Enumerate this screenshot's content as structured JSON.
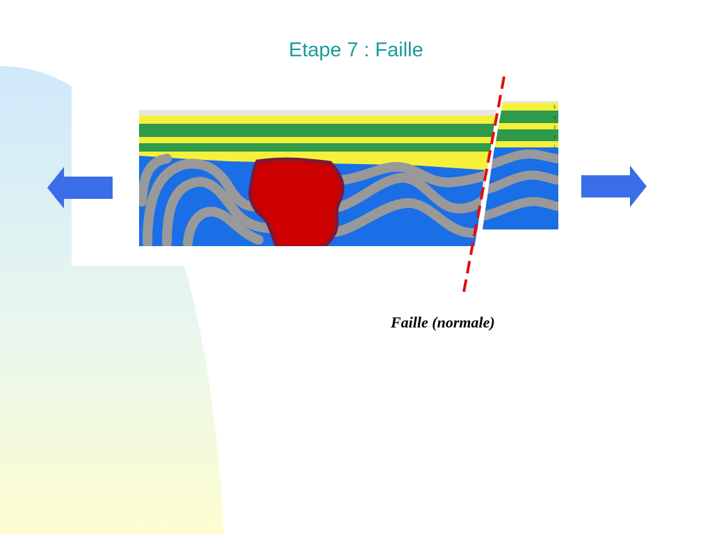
{
  "slide": {
    "title": "Etape 7 : Faille",
    "caption": "Faille (normale)"
  },
  "diagram": {
    "layer_labels": [
      "5",
      "4",
      "3",
      "2",
      "1"
    ],
    "left_arrow_icon": "arrow-left-icon",
    "right_arrow_icon": "arrow-right-icon",
    "fault_type": "normale",
    "colors": {
      "title": "#1a9a9a",
      "fault_line": "#e01010",
      "arrow": "#3a6ee8",
      "green_layer": "#2e9a4a",
      "yellow_layer": "#f5f03a",
      "blue_fold": "#1a6ee6",
      "grey_fold": "#999999",
      "intrusion": "#cc0000"
    }
  }
}
